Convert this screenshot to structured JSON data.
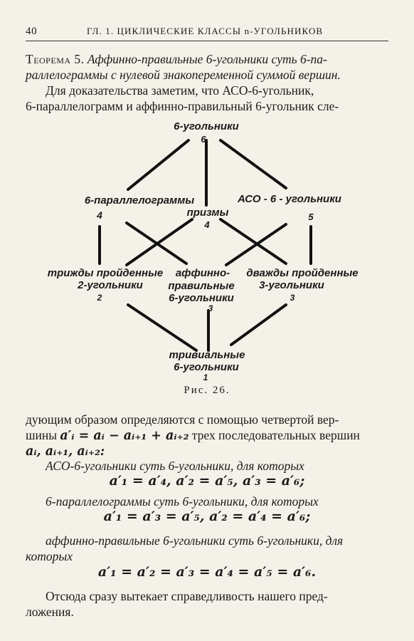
{
  "header": {
    "page_number": "40",
    "running_title": "ГЛ. 1. ЦИКЛИЧЕСКИЕ КЛАССЫ n-УГОЛЬНИКОВ"
  },
  "theorem": {
    "label": "Теорема 5.",
    "line1_text": "Аффинно-правильные 6-угольники суть 6-па-",
    "line2_text": "раллелограммы с нулевой знакопеременной суммой вершин."
  },
  "intro": {
    "line1": "Для доказательства заметим, что АСО-6-угольник,",
    "line2": "6-параллелограмм и аффинно-правильный 6-угольник сле-"
  },
  "diagram": {
    "nodes": {
      "top": {
        "label": "6-угольники",
        "number": "6"
      },
      "left": {
        "label": "6-параллелограммы",
        "number": "4"
      },
      "center": {
        "label": "призмы",
        "number": "4"
      },
      "right": {
        "label": "АСО - 6 - угольники",
        "number": "5"
      },
      "bottom_left": {
        "label1": "трижды пройденные",
        "label2": "2-угольники",
        "number": "2"
      },
      "bottom_center": {
        "label1": "аффинно-",
        "label2": "правильные",
        "label3": "6-угольники",
        "number": "3"
      },
      "bottom_right": {
        "label1": "дважды пройденные",
        "label2": "3-угольники",
        "number": "3"
      },
      "base": {
        "label1": "тривиальные",
        "label2": "6-угольники",
        "number": "1"
      }
    }
  },
  "caption": "Рис. 26.",
  "body": {
    "line1": "дующим образом определяются с помощью четвертой вер-",
    "line2_pre": "шины ",
    "line2_formula": "a′ᵢ = aᵢ − aᵢ₊₁ + aᵢ₊₂",
    "line2_post": " трех последовательных вершин",
    "line3": "aᵢ, aᵢ₊₁, aᵢ₊₂:"
  },
  "aso": {
    "text": "АСО-6-угольники суть 6-угольники, для которых",
    "formula": "a′₁ = a′₄,  a′₂ = a′₅,  a′₃ = a′₆;"
  },
  "par": {
    "text": "6-параллелограммы суть 6-угольники, для которых",
    "formula": "a′₁ = a′₃ = a′₅,  a′₂ = a′₄ = a′₆;"
  },
  "aff": {
    "line1": "аффинно-правильные 6-угольники суть 6-угольники, для",
    "line2": "которых",
    "formula": "a′₁ = a′₂ = a′₃ = a′₄ = a′₅ = a′₆."
  },
  "conclusion": {
    "line1": "Отсюда сразу вытекает справедливость нашего пред-",
    "line2": "ложения."
  }
}
